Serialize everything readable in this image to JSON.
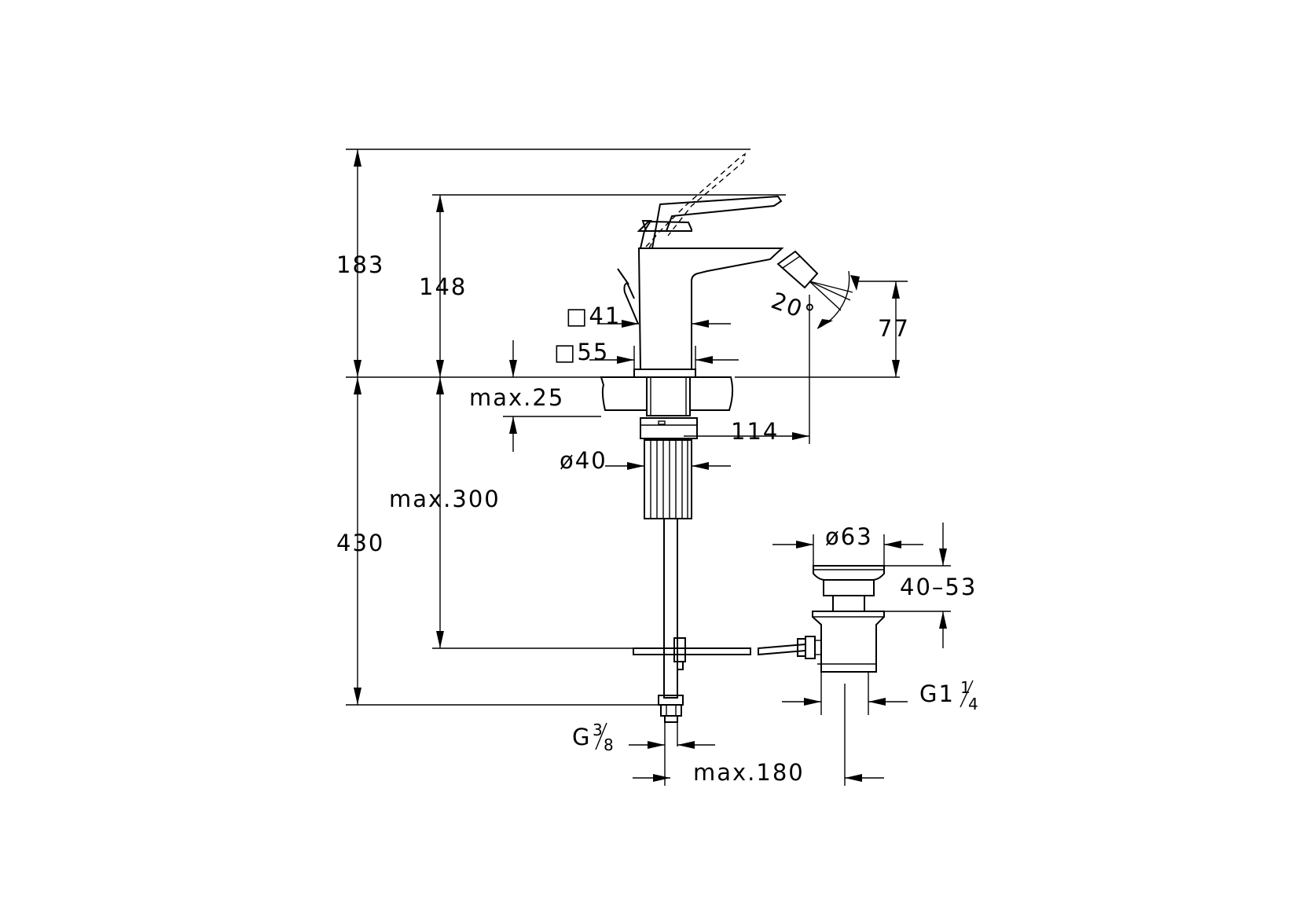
{
  "labels": {
    "total_height": "183",
    "spout_height": "148",
    "body_square": "□41",
    "base_square": "□55",
    "spray_angle": "20°",
    "outlet_height": "77",
    "max_deck": "max.25",
    "outlet_projection": "114",
    "shank_diameter": "ø40",
    "max_300": "max.300",
    "below_length": "430",
    "waste_diameter": "ø63",
    "waste_range": "40–53",
    "waste_thread_base": "G1",
    "waste_thread_num": "1",
    "waste_thread_den": "4",
    "inlet_thread_base": "G",
    "inlet_thread_num": "3",
    "inlet_thread_den": "8",
    "max_180": "max.180"
  }
}
